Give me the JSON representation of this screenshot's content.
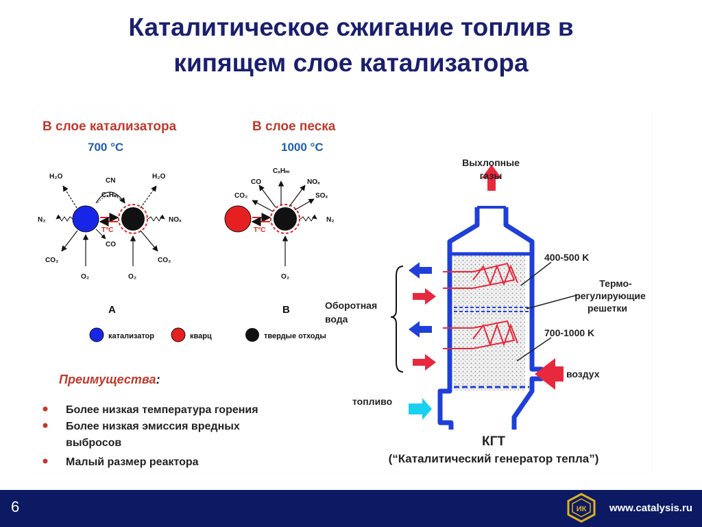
{
  "slide": {
    "title_line1": "Каталитическое сжигание топлив в",
    "title_line2": "кипящем слое катализатора",
    "page_number": "6",
    "site": "www.catalysis.ru",
    "logo_text": "ИК"
  },
  "left": {
    "cat_header": "В слое катализатора",
    "cat_temp": "700 °C",
    "sand_header": "В слое песка",
    "sand_temp": "1000 °C",
    "label_A": "A",
    "label_B": "B",
    "legend": {
      "catalyst": "катализатор",
      "quartz": "кварц",
      "solid": "твердые отходы"
    },
    "adv_title": "Преимущества",
    "adv_colon": ":",
    "adv_items": [
      "Более низкая температура горения",
      "Более низкая эмиссия вредных",
      "выбросов",
      "Малый размер реактора"
    ]
  },
  "molecules_a": {
    "h2o_left": "H₂O",
    "cn": "CN",
    "h2o_right": "H₂O",
    "cxhm": "CₓHₘ",
    "n2": "N₂",
    "nox": "NOₓ",
    "tc": "T°C",
    "co": "CO",
    "co2_left": "CO₂",
    "co2_right": "CO₂",
    "o2_left": "O₂",
    "o2_right": "O₂"
  },
  "molecules_b": {
    "cxhm": "CₓHₘ",
    "co": "CO",
    "nox": "NOₓ",
    "co2": "CO₂",
    "sox": "SOₓ",
    "n2": "N₂",
    "tc": "T°C",
    "o2": "O₂"
  },
  "reactor": {
    "exhaust_l1": "Выхлопные",
    "exhaust_l2": "газы",
    "temp_upper": "400-500 K",
    "grid_l1": "Термо-",
    "grid_l2": "регулирующие",
    "grid_l3": "решетки",
    "temp_lower": "700-1000 K",
    "water_l1": "Оборотная",
    "water_l2": "вода",
    "air": "воздух",
    "fuel": "топливо",
    "name": "КГТ",
    "full_name": "(“Каталитический генератор тепла”)"
  },
  "colors": {
    "title": "#1a1f6e",
    "footer": "#0b1a63",
    "header_red": "#c0392b",
    "temp_blue": "#1f5fb0",
    "reactor_blue": "#1f3fd8",
    "arrow_red": "#e8283c",
    "arrow_cyan": "#19d0f0",
    "catalyst": "#1726e6",
    "quartz": "#e52020",
    "solid": "#111111"
  }
}
